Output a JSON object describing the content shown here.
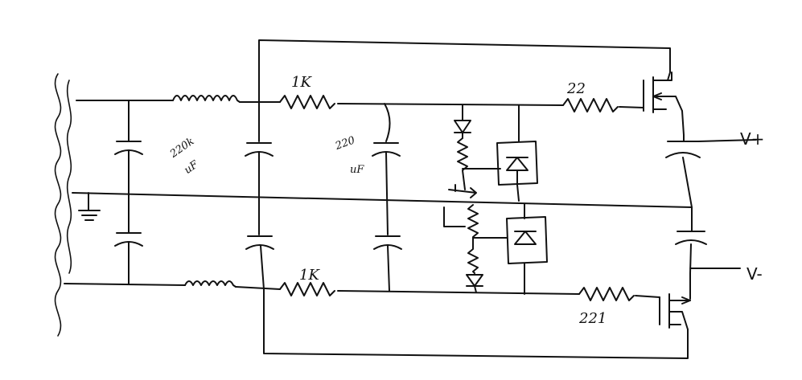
{
  "labels": {
    "r_top_left": "1K",
    "r_bottom_left": "1K",
    "r_top_right": "22",
    "r_bottom_right": "221",
    "cap_left_value": "220k",
    "cap_left_unit": "uF",
    "cap_mid_value": "220",
    "cap_mid_unit": "uF",
    "v_plus": "V+",
    "v_minus": "V-"
  },
  "colors": {
    "ink": "#111111",
    "paper": "#ffffff"
  }
}
